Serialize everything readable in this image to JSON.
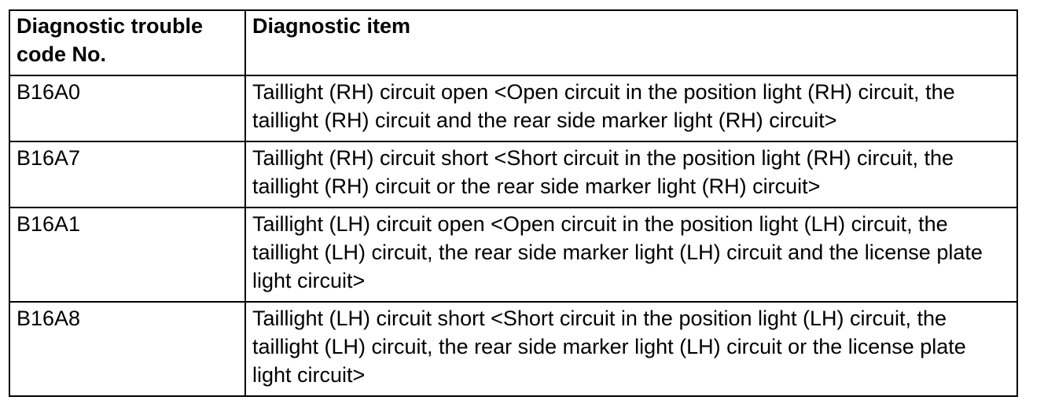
{
  "table": {
    "headers": {
      "code": "Diagnostic trouble code No.",
      "item": "Diagnostic item"
    },
    "rows": [
      {
        "code": "B16A0",
        "item": "Taillight (RH) circuit open <Open circuit in the position light (RH) circuit, the taillight (RH) circuit and the rear side marker light (RH) circuit>"
      },
      {
        "code": "B16A7",
        "item": "Taillight (RH) circuit short <Short circuit in the position light (RH) circuit, the taillight (RH) circuit or the rear side marker light (RH) circuit>"
      },
      {
        "code": "B16A1",
        "item": "Taillight (LH) circuit open <Open circuit in the position light (LH) circuit, the taillight (LH) circuit, the rear side marker light (LH) circuit and the license plate light circuit>"
      },
      {
        "code": "B16A8",
        "item": "Taillight (LH) circuit short <Short circuit in the position light (LH) circuit, the taillight (LH) circuit, the rear side marker light (LH) circuit or the license plate light circuit>"
      }
    ]
  }
}
